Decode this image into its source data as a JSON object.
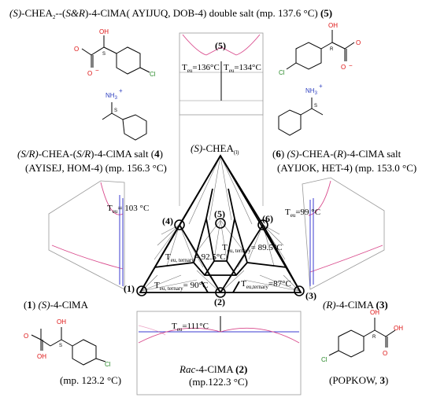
{
  "captions": {
    "top_prefix": "(S)",
    "top_a": "-CHEA",
    "top_sub": "2",
    "top_b": "--(",
    "top_c": "S&R",
    "top_d": ")-4-ClMA( AYIJUQ, DOB-4) double salt (mp. 137.6 °C) ",
    "top_num": "(5)",
    "left_salt_line1_a": "(S/R)",
    "left_salt_line1_b": "-CHEA-(",
    "left_salt_line1_c": "S/R",
    "left_salt_line1_d": ")-4-ClMA  salt (",
    "left_salt_num": "4",
    "left_salt_line1_e": ")",
    "left_salt_line2": "(AYISEJ, HOM-4) (mp. 156.3 °C)",
    "right_salt_line1_a": "(",
    "right_salt_num": "6",
    "right_salt_line1_b": ") ",
    "right_salt_line1_c": "(S)",
    "right_salt_line1_d": "-CHEA-(",
    "right_salt_line1_e": "R",
    "right_salt_line1_f": ")-4-ClMA salt",
    "right_salt_line2": "(AYIJOK, HET-4) (mp. 153.0 °C)",
    "apex_a": "(S)",
    "apex_b": "-CHEA",
    "apex_sub": "(l)",
    "left_comp_a": "(",
    "left_comp_num": "1",
    "left_comp_b": ") ",
    "left_comp_c": "(S)",
    "left_comp_d": "-4-ClMA",
    "right_comp_a": "(R)",
    "right_comp_b": "-4-ClMA ",
    "right_comp_num": "(3)",
    "bottom_a": "Rac",
    "bottom_b": "-4-ClMA ",
    "bottom_num": "(2)",
    "bottom_mp": "(mp.122.3 °C)",
    "left_mp": "(mp. 123.2 °C)",
    "right_ref_a": "(POPKOW, ",
    "right_ref_num": "3",
    "right_ref_b": ")"
  },
  "points": {
    "p1": "(1)",
    "p2": "(2)",
    "p3": "(3)",
    "p4": "(4)",
    "p5": "(5)",
    "p6": "(6)"
  },
  "temps": {
    "top_left": {
      "main": "T",
      "sub": "eu",
      "val": "=136°C"
    },
    "top_right": {
      "main": "T",
      "sub": "eu",
      "val": "=134°C"
    },
    "left_pane": {
      "main": "T",
      "sub": "eu",
      "val": "= 103 °C"
    },
    "right_pane": {
      "main": "T",
      "sub": "eu",
      "val": "=99 °C"
    },
    "bottom_pane": {
      "main": "T",
      "sub": "eu",
      "val": "=111°C"
    },
    "tern_left_upper": {
      "main": "T",
      "sub": "eu, ternary",
      "val": "= 92.5°C"
    },
    "tern_right_upper": {
      "main": "T",
      "sub": "eu, ternary",
      "val": "= 89.5°C"
    },
    "tern_left_lower": {
      "main": "T",
      "sub": "eu, ternary",
      "val": "= 90°C"
    },
    "tern_right_lower": {
      "main": "T",
      "sub": "eu,ternary",
      "val": "=87°C"
    }
  },
  "atoms": {
    "oh": "OH",
    "o": "O",
    "ominus": "O",
    "minus": "−",
    "cl": "Cl",
    "nh3": "NH",
    "nh3_sub": "3",
    "plus": "+",
    "s": "S",
    "r": "R"
  }
}
